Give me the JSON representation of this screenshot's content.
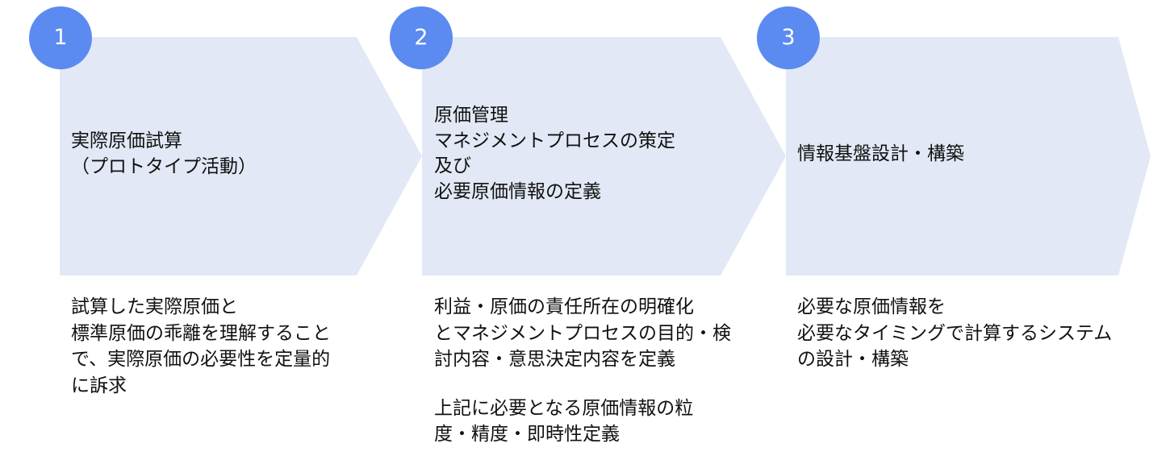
{
  "colors": {
    "chevron_fill": "#e2e8f5",
    "badge_fill": "#5b8bf0"
  },
  "steps": [
    {
      "number": "1",
      "title_lines": [
        "実際原価試算",
        "（プロトタイプ活動）"
      ],
      "description_paragraphs": [
        [
          "試算した実際原価と",
          "標準原価の乖離を理解すること",
          "で、実際原価の必要性を定量的",
          "に訴求"
        ]
      ]
    },
    {
      "number": "2",
      "title_lines": [
        "原価管理",
        "マネジメントプロセスの策定",
        "及び",
        "必要原価情報の定義"
      ],
      "description_paragraphs": [
        [
          "利益・原価の責任所在の明確化",
          "とマネジメントプロセスの目的・検",
          "討内容・意思決定内容を定義"
        ],
        [
          "上記に必要となる原価情報の粒",
          "度・精度・即時性定義"
        ]
      ]
    },
    {
      "number": "3",
      "title_lines": [
        "情報基盤設計・構築"
      ],
      "description_paragraphs": [
        [
          "必要な原価情報を",
          "必要なタイミングで計算するシステム",
          "の設計・構築"
        ]
      ]
    }
  ]
}
